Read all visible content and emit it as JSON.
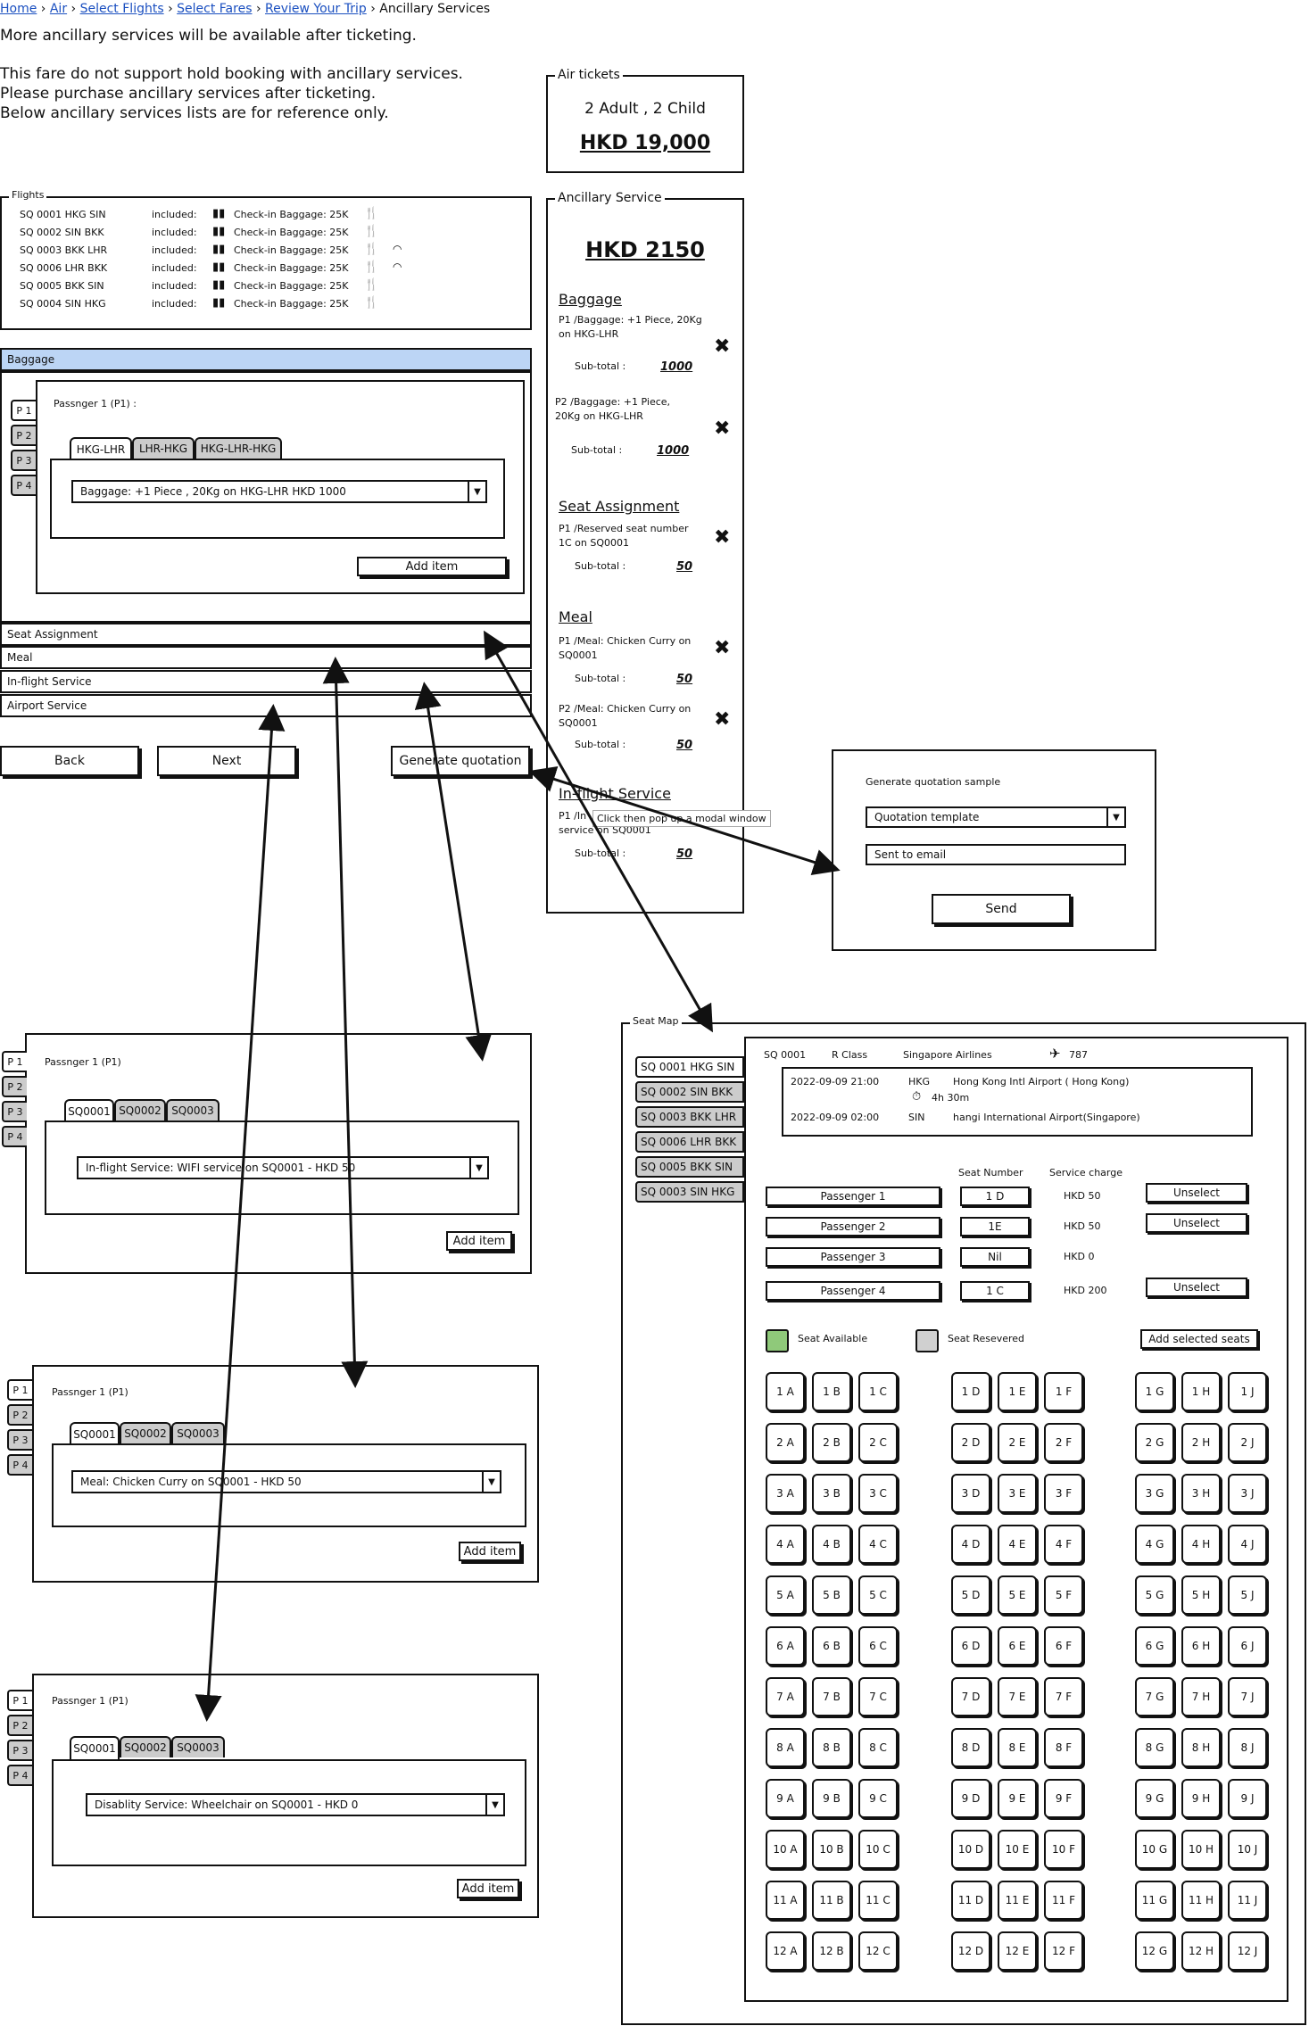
{
  "breadcrumb": {
    "items": [
      "Home",
      "Air",
      "Select Flights",
      "Select Fares",
      "Review Your Trip"
    ],
    "current": "Ancillary Services"
  },
  "notice": {
    "line1": "More ancillary services will be available after ticketing.",
    "line2": "This fare do not support hold booking with ancillary services.",
    "line3": "Please purchase ancillary services after ticketing.",
    "line4": "Below ancillary services lists are for reference only."
  },
  "air_tickets": {
    "legend": "Air tickets",
    "pax": "2 Adult , 2 Child",
    "total": "HKD 19,000"
  },
  "flights": {
    "legend": "Flights",
    "included_label": "included:",
    "baggage_label": "Check-in Baggage: 25K",
    "rows": [
      {
        "code": "SQ 0001 HKG SIN",
        "wifi": false
      },
      {
        "code": "SQ 0002 SIN BKK",
        "wifi": false
      },
      {
        "code": "SQ 0003 BKK LHR",
        "wifi": true
      },
      {
        "code": "SQ 0006 LHR BKK",
        "wifi": true
      },
      {
        "code": "SQ 0005 BKK SIN",
        "wifi": false
      },
      {
        "code": "SQ 0004 SIN HKG",
        "wifi": false
      }
    ]
  },
  "accordion": {
    "baggage": "Baggage",
    "seat": "Seat Assignment",
    "meal": "Meal",
    "inflight": "In-flight Service",
    "airport": "Airport Service"
  },
  "pax_tabs": [
    "P 1",
    "P 2",
    "P 3",
    "P 4"
  ],
  "baggage_panel": {
    "title": "Passnger 1 (P1) :",
    "tabs": [
      "HKG-LHR",
      "LHR-HKG",
      "HKG-LHR-HKG"
    ],
    "select": "Baggage:  +1 Piece , 20Kg  on HKG-LHR    HKD 1000",
    "add": "Add item"
  },
  "nav": {
    "back": "Back",
    "next": "Next",
    "quote": "Generate quotation",
    "annotation": "Click then pop up a modal window"
  },
  "ancillary": {
    "legend": "Ancillary Service",
    "total": "HKD 2150",
    "baggage_h": "Baggage",
    "b1": "P1 /Baggage: +1 Piece, 20Kg",
    "b1b": "on HKG-LHR",
    "b2": "P2 /Baggage: +1 Piece,",
    "b2b": "20Kg on HKG-LHR",
    "subtotal": "Sub-total :",
    "v1000": "1000",
    "seat_h": "Seat Assignment",
    "s1": "P1 /Reserved seat number",
    "s1b": "1C on SQ0001",
    "v50": "50",
    "meal_h": "Meal",
    "m1": "P1 /Meal: Chicken Curry  on",
    "m1b": "SQ0001",
    "m2": "P2 /Meal: Chicken Curry  on",
    "m2b": "SQ0001",
    "inflight_h": "In-flight Service",
    "i1": "P1 /In",
    "i1b": "service on SQ0001",
    "x": "✖"
  },
  "modal": {
    "title": "Generate quotation sample",
    "select": "Quotation template",
    "email": "Sent to email",
    "send": "Send"
  },
  "inflight_panel": {
    "title": "Passnger 1 (P1)",
    "tabs": [
      "SQ0001",
      "SQ0002",
      "SQ0003"
    ],
    "select": "In-flight Service:  WIFI service on SQ0001 -    HKD 50",
    "add": "Add item"
  },
  "meal_panel": {
    "title": "Passnger 1 (P1)",
    "tabs": [
      "SQ0001",
      "SQ0002",
      "SQ0003"
    ],
    "select": "Meal: Chicken Curry  on SQ0001 - HKD 50",
    "add": "Add item"
  },
  "airport_panel": {
    "title": "Passnger 1 (P1)",
    "tabs": [
      "SQ0001",
      "SQ0002",
      "SQ0003"
    ],
    "select": "Disablity Service:  Wheelchair on SQ0001 -    HKD 0",
    "add": "Add item"
  },
  "seatmap": {
    "legend": "Seat Map",
    "flights": [
      "SQ 0001 HKG SIN",
      "SQ 0002 SIN BKK",
      "SQ 0003 BKK LHR",
      "SQ 0006 LHR BKK",
      "SQ 0005 BKK SIN",
      "SQ 0003 SIN HKG"
    ],
    "flight_no": "SQ 0001",
    "cls": "R Class",
    "airline": "Singapore Airlines",
    "aircraft": "787",
    "dep_time": "2022-09-09 21:00",
    "dep_code": "HKG",
    "dep_name": "Hong Kong Intl Airport ( Hong Kong)",
    "duration": "4h 30m",
    "arr_time": "2022-09-09 02:00",
    "arr_code": "SIN",
    "arr_name": "hangi International Airport(Singapore)",
    "seat_number_h": "Seat Number",
    "charge_h": "Service charge",
    "passengers": [
      {
        "name": "Passenger 1",
        "seat": "1 D",
        "charge": "HKD  50",
        "action": "Unselect"
      },
      {
        "name": "Passenger 2",
        "seat": "1E",
        "charge": "HKD  50",
        "action": "Unselect"
      },
      {
        "name": "Passenger 3",
        "seat": "Nil",
        "charge": "HKD  0",
        "action": ""
      },
      {
        "name": "Passenger 4",
        "seat": "1 C",
        "charge": "HKD  200",
        "action": "Unselect"
      }
    ],
    "available": "Seat Available",
    "reserved": "Seat Resevered",
    "add_selected": "Add selected seats",
    "available_color": "#8fc97a",
    "reserved_color": "#d0d0d0",
    "rows": 12,
    "letters": [
      "A",
      "B",
      "C",
      "D",
      "E",
      "F",
      "G",
      "H",
      "J"
    ]
  }
}
